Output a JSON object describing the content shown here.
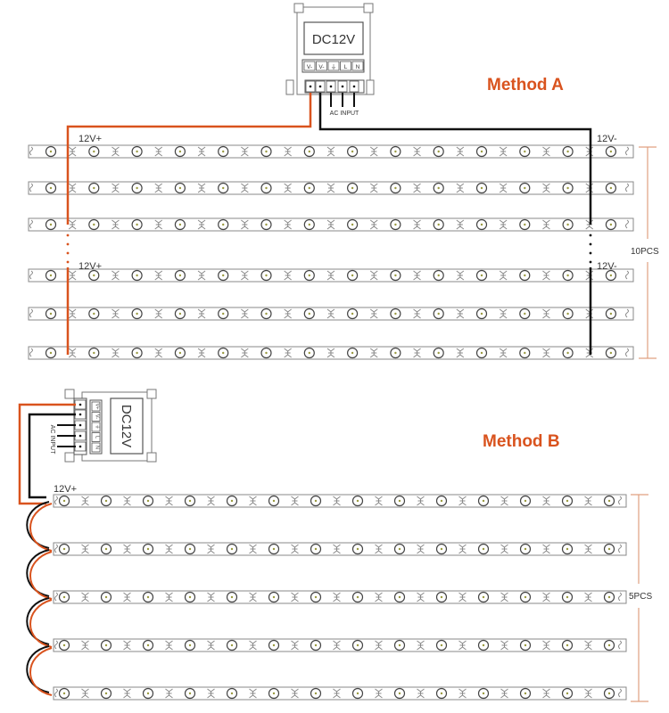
{
  "colors": {
    "positive_wire": "#d9531e",
    "negative_wire": "#111111",
    "strip_outline": "#888888",
    "dimension_line": "#e0a080",
    "method_label": "#d9531e"
  },
  "method_a": {
    "title": "Method A",
    "power_supply": {
      "voltage_label": "DC12V",
      "terminals": [
        "V-",
        "V-",
        "⏚",
        "L",
        "N"
      ],
      "ac_input_label": "AC INPUT"
    },
    "positive_label": "12V+",
    "negative_label": "12V-",
    "count_label": "10PCS",
    "strips_shown": 6
  },
  "method_b": {
    "title": "Method B",
    "power_supply": {
      "voltage_label": "DC12V",
      "terminals": [
        "V+",
        "V-",
        "⏚",
        "L",
        "N"
      ],
      "ac_input_label": "AC INPUT"
    },
    "positive_label": "12V+",
    "count_label": "5PCS",
    "strips_shown": 5
  },
  "icons": {
    "led": "led-chip-icon",
    "resistor": "resistor-icon",
    "ground": "ground-icon"
  }
}
